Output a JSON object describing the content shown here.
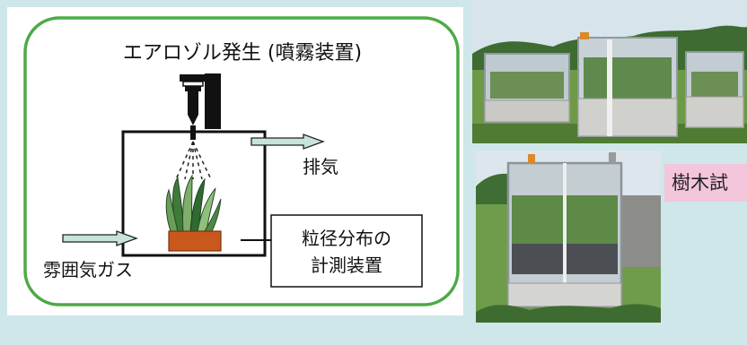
{
  "diagram": {
    "title": "エアロゾル発生 (噴霧装置)",
    "exhaust_label": "排気",
    "gas_label": "雰囲気ガス",
    "measure_label_line1": "粒径分布の",
    "measure_label_line2": "計測装置"
  },
  "photos": {
    "top": "chamber-row-photo",
    "bottom": "single-chamber-photo"
  },
  "side_label": "樹木試",
  "colors": {
    "background": "#cfe7ea",
    "border_green": "#4caa45",
    "arrow_fill": "#c6e3dd",
    "pot": "#c8581c",
    "label_bg": "#f3c6dc"
  }
}
